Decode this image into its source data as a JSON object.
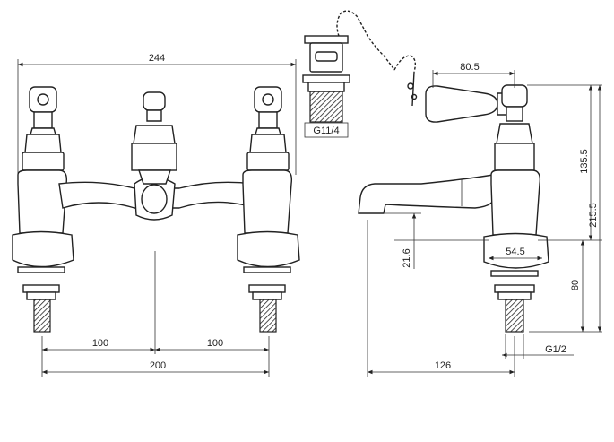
{
  "drawing": {
    "dimensions": {
      "overall_width": "244",
      "spout_projection_top": "80.5",
      "height_upper": "135.5",
      "height_total": "215.5",
      "spout_clearance": "21.6",
      "body_width": "54.5",
      "shank_height": "80",
      "centre_left": "100",
      "centre_right": "100",
      "centre_total": "200",
      "spout_reach": "126"
    },
    "labels": {
      "waste_thread": "G11/4",
      "tap_thread": "G1/2"
    }
  }
}
